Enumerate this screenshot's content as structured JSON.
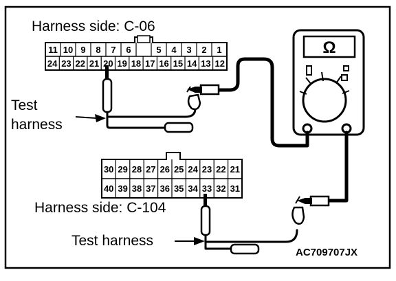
{
  "labels": {
    "c06_title": "Harness side: C-06",
    "c104_title": "Harness side: C-104",
    "test_harness_upper_line1": "Test",
    "test_harness_upper_line2": "harness",
    "test_harness_lower": "Test harness",
    "figure_code": "AC709707JX"
  },
  "meter": {
    "symbol": "Ω"
  },
  "connector_c06": {
    "top_row": [
      "11",
      "10",
      "9",
      "8",
      "7",
      "6",
      "",
      "5",
      "4",
      "3",
      "2",
      "1"
    ],
    "bottom_row": [
      "24",
      "23",
      "22",
      "21",
      "20",
      "19",
      "18",
      "17",
      "16",
      "15",
      "14",
      "13",
      "12"
    ]
  },
  "connector_c104": {
    "top_row": [
      "30",
      "29",
      "28",
      "27",
      "26",
      "25",
      "24",
      "23",
      "22",
      "21"
    ],
    "bottom_row": [
      "40",
      "39",
      "38",
      "37",
      "36",
      "35",
      "34",
      "33",
      "32",
      "31"
    ]
  }
}
